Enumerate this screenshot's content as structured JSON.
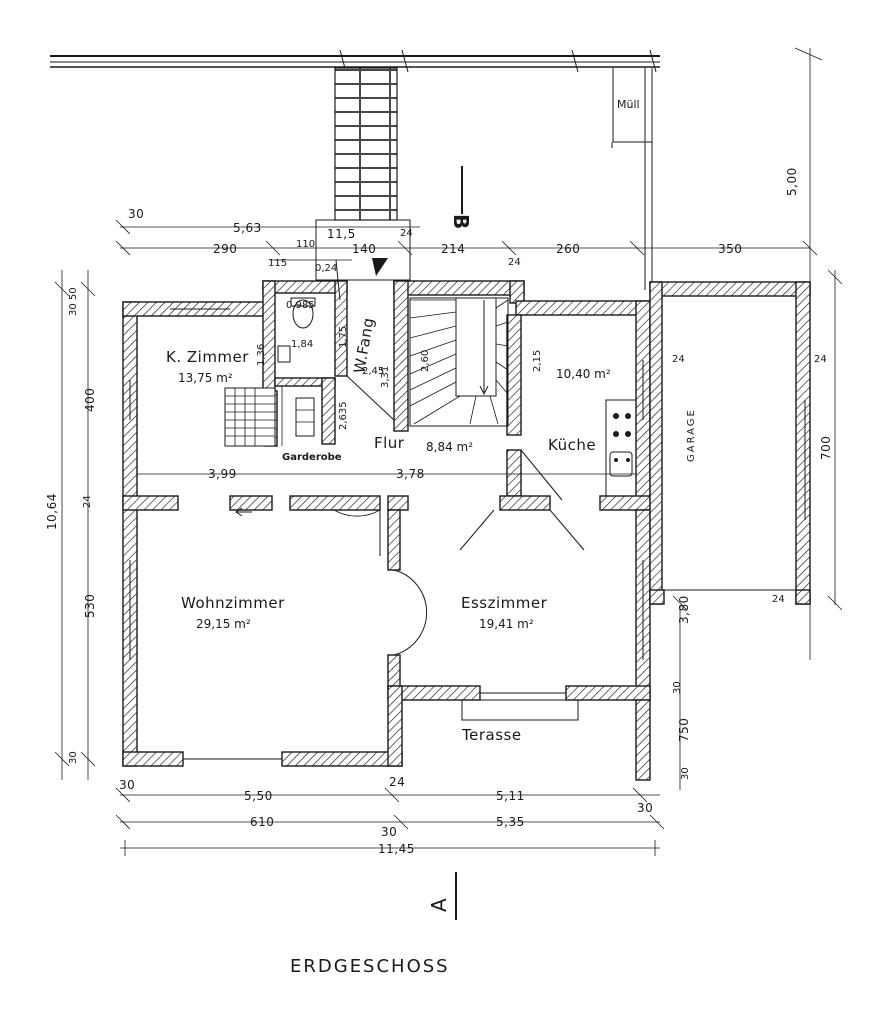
{
  "rooms": {
    "k_zimmer": {
      "name": "K. Zimmer",
      "area": "13,75 m²"
    },
    "wc": {
      "dim": "0,985",
      "dim2": "1,84",
      "dim3": "1,36",
      "dim4": "1,75"
    },
    "wfang": {
      "name": "W.Fang",
      "dim": "2,45",
      "dim2": "3,31"
    },
    "flur": {
      "name": "Flur",
      "area": "8,84 m²"
    },
    "kueche": {
      "name": "Küche",
      "area": "10,40 m²",
      "dim": "2,15"
    },
    "garage": {
      "name": "GARAGE"
    },
    "wohnzimmer": {
      "name": "Wohnzimmer",
      "area": "29,15 m²"
    },
    "esszimmer": {
      "name": "Esszimmer",
      "area": "19,41 m²"
    },
    "terasse": {
      "name": "Terasse"
    },
    "garderobe": {
      "name": "Garderobe",
      "dim": "2,635"
    },
    "muell": {
      "name": "Müll"
    },
    "stair": {
      "dim": "2,60"
    }
  },
  "dimensions": {
    "top_30": "30",
    "top_563": "5,63",
    "top_115a": "11,5",
    "top_24": "24",
    "top_290": "290",
    "top_110": "110",
    "top_140": "140",
    "top_214": "214",
    "top_24b": "24",
    "top_260": "260",
    "top_350": "350",
    "top_115": "115",
    "top_024": "0,24",
    "right_500": "5,00",
    "right_24": "24",
    "right_700": "700",
    "right_24b": "24",
    "right_24c": "24",
    "right_380": "3,80",
    "right_30": "30",
    "right_750": "750",
    "right_30b": "30",
    "left_3050": "30 50",
    "left_400": "400",
    "left_1064": "10,64",
    "left_24": "24",
    "left_530": "530",
    "left_30": "30",
    "mid_399": "3,99",
    "mid_378": "3,78",
    "bot_30": "30",
    "bot_550": "5,50",
    "bot_24": "24",
    "bot_511": "5,11",
    "bot_610": "610",
    "bot_30b": "30",
    "bot_535": "5,35",
    "bot_30c": "30",
    "bot_1145": "11,45"
  },
  "section_marks": {
    "a": "A",
    "b": "B"
  },
  "title": "ERDGESCHOSS"
}
